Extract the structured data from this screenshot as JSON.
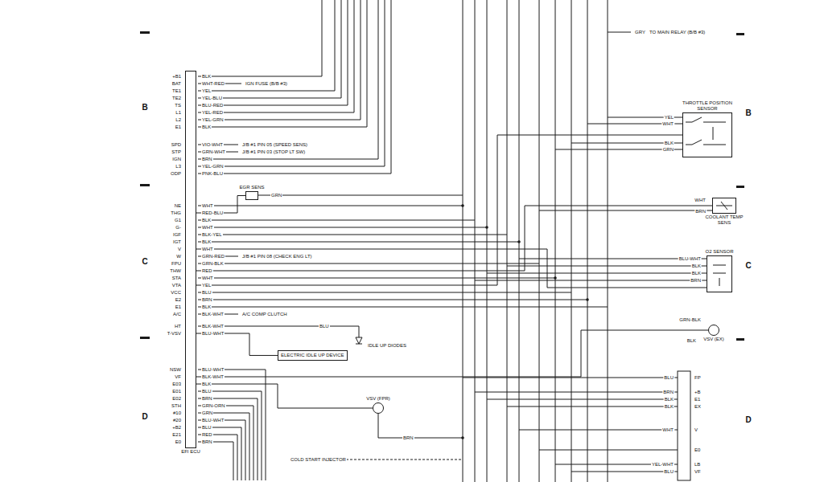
{
  "diagram": {
    "nodes": [
      {
        "text": [
          "EFI ECU"
        ]
      },
      {
        "text": [
          "EGR SENS"
        ]
      },
      {
        "text": [
          "THROTTLE POSITION SENSOR"
        ]
      },
      {
        "text": [
          "COOLANT TEMP SENS"
        ]
      },
      {
        "text": [
          "O2 SENSOR"
        ]
      },
      {
        "text": [
          "VSV (EX)"
        ]
      },
      {
        "text": [
          "ELECTRIC IDLE UP DEVICE"
        ]
      },
      {
        "text": [
          "VSV (FPR)"
        ]
      }
    ],
    "edges": [
      {
        "from": 0,
        "to": 1,
        "arrow": "none"
      },
      {
        "from": 0,
        "to": 2,
        "arrow": "none"
      },
      {
        "from": 0,
        "to": 3,
        "arrow": "none"
      },
      {
        "from": 0,
        "to": 4,
        "arrow": "none"
      },
      {
        "from": 0,
        "to": 5,
        "arrow": "none"
      },
      {
        "from": 0,
        "to": 6,
        "arrow": "none"
      },
      {
        "from": 0,
        "to": 7,
        "arrow": "none"
      }
    ],
    "labels": [
      "+B1",
      "BAT",
      "TE1",
      "TE2",
      "TS",
      "L1",
      "L2",
      "E1",
      "BLK",
      "WHT-RED",
      "YEL",
      "YEL-BLU",
      "BLU-RED",
      "YEL-RED",
      "YEL-GRN",
      "BLK",
      "SPD",
      "STP",
      "IGN",
      "L3",
      "ODP",
      "VIO-WHT",
      "GRN-WHT",
      "BRN",
      "YEL-GRN",
      "PNK-BLU",
      "NE",
      "THG",
      "G1",
      "G-",
      "IGF",
      "IGT",
      "V",
      "W",
      "FPU",
      "THW",
      "STA",
      "VTA",
      "VCC",
      "E2",
      "E1",
      "A/C",
      "WHT",
      "RED-BLU",
      "BLK",
      "WHT",
      "BLK-YEL",
      "BLK",
      "WHT",
      "GRN-RED",
      "GRN-BLK",
      "RED",
      "WHT",
      "YEL",
      "BLU",
      "BRN",
      "BLK",
      "BLK-WHT",
      "HT",
      "T-VSV",
      "BLK-WHT",
      "BLU-WHT",
      "NSW",
      "VF",
      "E03",
      "E01",
      "E02",
      "STH",
      "#10",
      "#20",
      "+B2",
      "E21",
      "E0",
      "BLU-WHT",
      "BLK-WHT",
      "BLK",
      "BLU",
      "BRN",
      "GRN-ORN",
      "GRN",
      "BLU-WHT",
      "BLU",
      "RED",
      "BRN",
      "IGN FUSE (B/B #3)",
      "J/B #1 PIN 05 (SPEED SENS)",
      "J/B #1 PIN 03 (STOP LT SW)",
      "J/B #1 PIN 08 (CHECK ENG LT)",
      "A/C COMP CLUTCH",
      "GRN",
      "BLU",
      "IDLE UP DIODES",
      "COLD START INJECTOR",
      "BRN",
      "GRY",
      "TO MAIN RELAY (B/B #3)",
      "YEL",
      "WHT",
      "BLK",
      "GRN",
      "WHT",
      "BRN",
      "BLU-WHT",
      "BLK",
      "BLK",
      "BRN",
      "GRN-BLK",
      "BLK",
      "BLU",
      "FP",
      "BRN",
      "+B",
      "BLK",
      "E1",
      "BLK",
      "EX",
      "WHT",
      "V",
      "E0",
      "YEL-WHT",
      "LB",
      "BLU",
      "VF",
      "B",
      "C",
      "D",
      "B",
      "C",
      "D"
    ]
  }
}
